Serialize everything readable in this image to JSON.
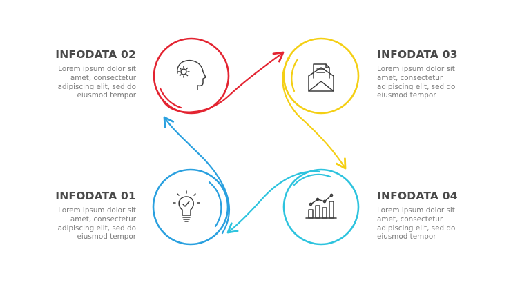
{
  "colors": {
    "red": "#e32431",
    "yellow": "#f4cf14",
    "blue": "#2aa0df",
    "cyan": "#2dc3de",
    "icon": "#3a3a3a",
    "title": "#4a4a4a",
    "text": "#7c7c7c"
  },
  "blocks": {
    "b02": {
      "title": "INFODATA 02",
      "lines": [
        "Lorem ipsum dolor sit",
        "amet, consectetur",
        "adipiscing elit, sed do",
        "eiusmod tempor"
      ]
    },
    "b03": {
      "title": "INFODATA 03",
      "lines": [
        "Lorem ipsum dolor sit",
        "amet, consectetur",
        "adipiscing elit, sed do",
        "eiusmod tempor"
      ]
    },
    "b01": {
      "title": "INFODATA 01",
      "lines": [
        "Lorem ipsum dolor sit",
        "amet, consectetur",
        "adipiscing elit, sed do",
        "eiusmod tempor"
      ]
    },
    "b04": {
      "title": "INFODATA 04",
      "lines": [
        "Lorem ipsum dolor sit",
        "amet, consectetur",
        "adipiscing elit, sed do",
        "eiusmod tempor"
      ]
    }
  },
  "icons": {
    "n02": "head-gear-icon",
    "n03": "envelope-icon",
    "n01": "lightbulb-icon",
    "n04": "bar-chart-icon"
  }
}
